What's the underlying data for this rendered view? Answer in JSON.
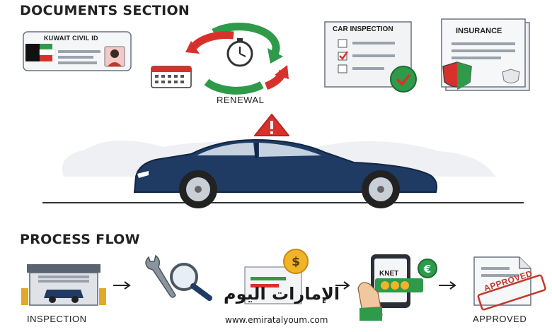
{
  "documents_section": {
    "heading": "DOCUMENTS SECTION",
    "civil_id": {
      "title": "KUWAIT CIVIL ID"
    },
    "renewal": {
      "label": "RENEWAL"
    },
    "car_inspection": {
      "title": "CAR INSPECTION"
    },
    "insurance": {
      "title": "INSURANCE"
    }
  },
  "process_flow": {
    "heading": "PROCESS FLOW",
    "steps": [
      {
        "label": "INSPECTION",
        "icon": "garage-car-icon"
      },
      {
        "label": "",
        "icon": "wrench-magnifier-icon"
      },
      {
        "label": "",
        "icon": "dollar-coin-icon"
      },
      {
        "label": "",
        "icon": "phone-payment-icon",
        "text": "KNET"
      },
      {
        "label": "APPROVED",
        "icon": "approved-document-icon",
        "stamp": "APPROVED"
      }
    ]
  },
  "watermark": {
    "arabic": "الإمارات اليوم",
    "url": "www.emiratalyoum.com"
  },
  "colors": {
    "navy": "#1f3a63",
    "green": "#2e9a4a",
    "red": "#d8312c",
    "gray": "#dfe3e8"
  }
}
